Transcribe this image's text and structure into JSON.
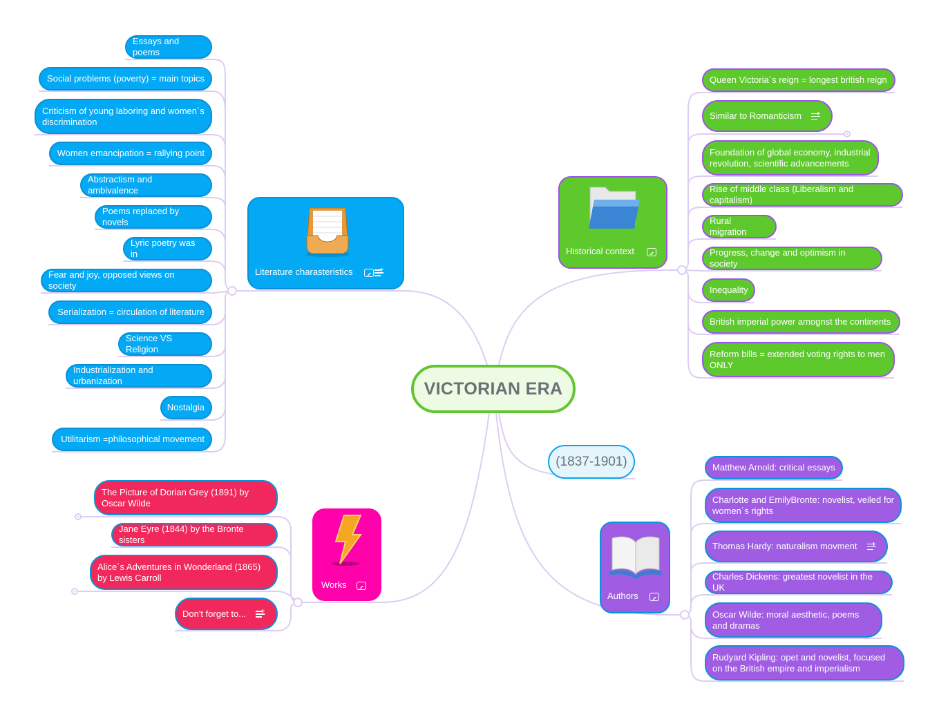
{
  "central": {
    "title": "VICTORIAN ERA",
    "dates": "(1837-1901)"
  },
  "colors": {
    "blue": "#03a9f4",
    "green": "#5dc92c",
    "purple": "#a05ce2",
    "red": "#f0285c",
    "pink": "#ff00aa",
    "connector": "#dccdf2"
  },
  "literature": {
    "label": "Literature charasteristics",
    "icon": "inbox-tray-icon",
    "items": [
      "Essays and poems",
      "Social problems (poverty) = main topics",
      "Criticism of young laboring and women´s discrimination",
      "Women emancipation = rallying point",
      "Abstractism and ambivalence",
      "Poems replaced by novels",
      "Lyric poetry was in",
      "Fear and joy, opposed views on society",
      "Serialization = circulation of literature",
      "Science VS Religion",
      "Industrialization and urbanization",
      "Nostalgia",
      "Utilitarism =philosophical movement"
    ]
  },
  "historical": {
    "label": "Historical context",
    "icon": "folder-icon",
    "items": [
      "Queen Victoria´s reign = longest british reign",
      "Similar to Romanticism",
      "Foundation of global economy, industrial revolution, scientific advancements",
      "Rise of middle class (Liberalism and capitalism)",
      "Rural migration",
      "Progress, change and optimism in society",
      "Inequality",
      "British imperial power amognst the continents",
      "Reform bills = extended voting rights to men ONLY"
    ]
  },
  "authors": {
    "label": "Authors",
    "icon": "book-icon",
    "items": [
      "Matthew Arnold: critical essays",
      "Charlotte and EmilyBronte: novelist, veiled for women´s rights",
      "Thomas Hardy: naturalism movment",
      "Charles Dickens: greatest novelist in the UK",
      "Oscar Wilde: moral aesthetic, poems and dramas",
      "Rudyard Kipling: opet and novelist, focused on the British empire and imperialism"
    ]
  },
  "works": {
    "label": "Works",
    "icon": "lightning-icon",
    "items": [
      "The Picture of Dorian Grey (1891) by Oscar Wilde",
      "Jane Eyre (1844) by the Bronte sisters",
      "Alice´s Adventures in Wonderland (1865) by Lewis Carroll",
      "Don't forget to..."
    ]
  }
}
